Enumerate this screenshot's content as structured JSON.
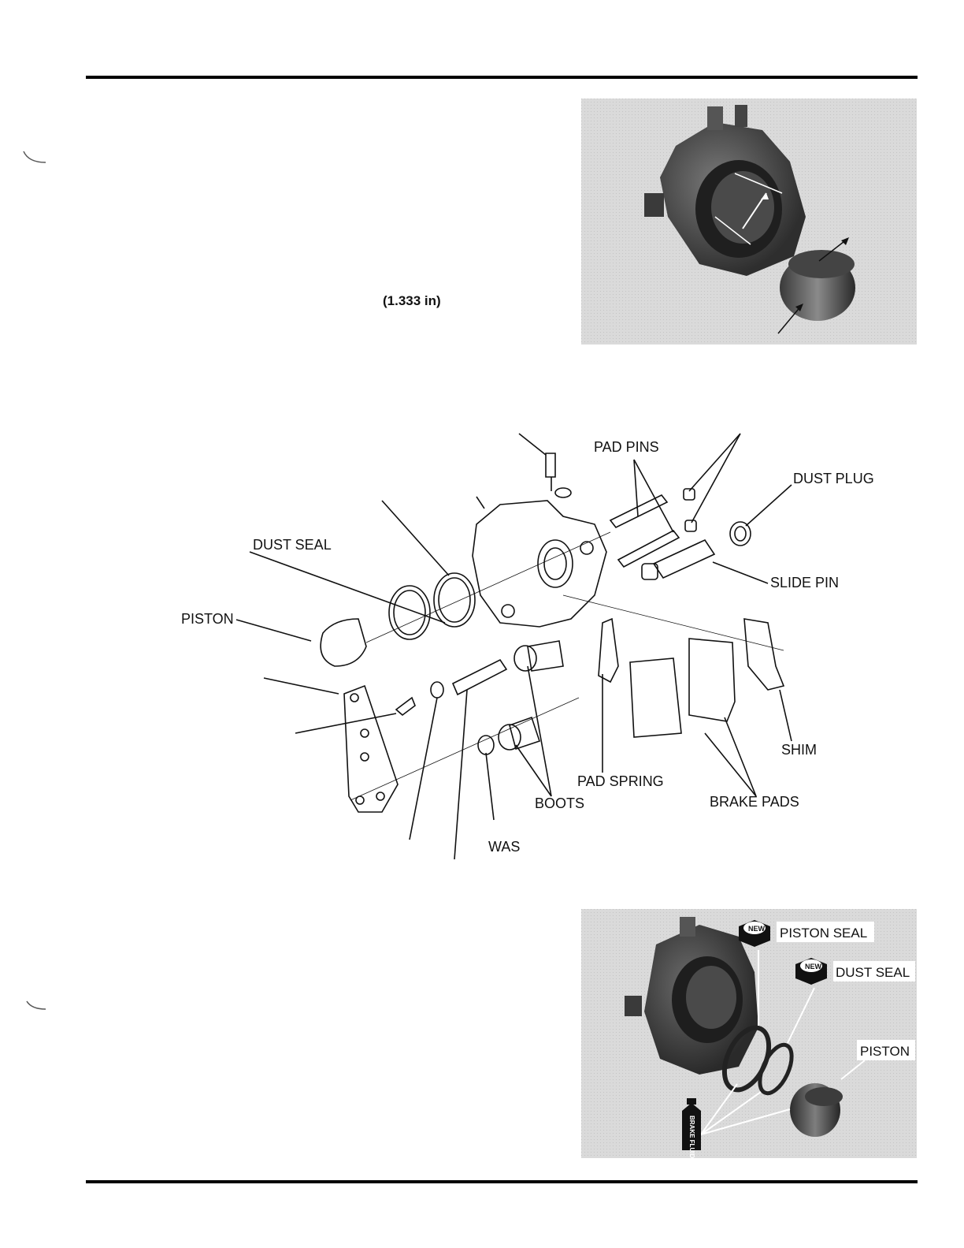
{
  "spec": {
    "measurement": "(1.333 in)"
  },
  "diagram": {
    "labels": {
      "pad_pins": "PAD PINS",
      "dust_plug": "DUST PLUG",
      "dust_seal": "DUST SEAL",
      "slide_pin": "SLIDE PIN",
      "piston": "PISTON",
      "shim": "SHIM",
      "pad_spring": "PAD SPRING",
      "brake_pads": "BRAKE PADS",
      "boots": "BOOTS",
      "washer_partial": "WAS"
    }
  },
  "photo2": {
    "piston_seal": "PISTON SEAL",
    "dust_seal": "DUST SEAL",
    "piston": "PISTON",
    "new_badge": "NEW",
    "brake_fluid": "BRAKE FLUID"
  }
}
